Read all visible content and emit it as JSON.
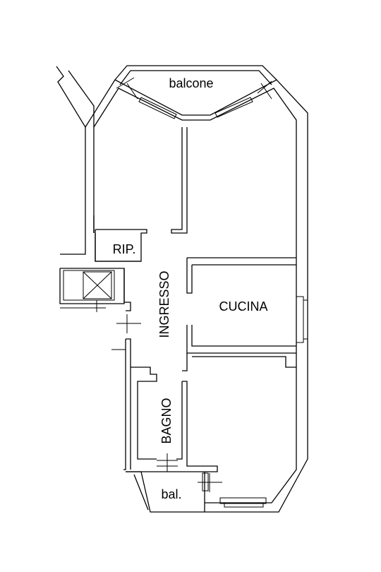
{
  "rooms": {
    "balcone": "balcone",
    "rip": "RIP.",
    "ingresso": "INGRESSO",
    "cucina": "CUCINA",
    "bagno": "BAGNO",
    "bal": "bal."
  }
}
